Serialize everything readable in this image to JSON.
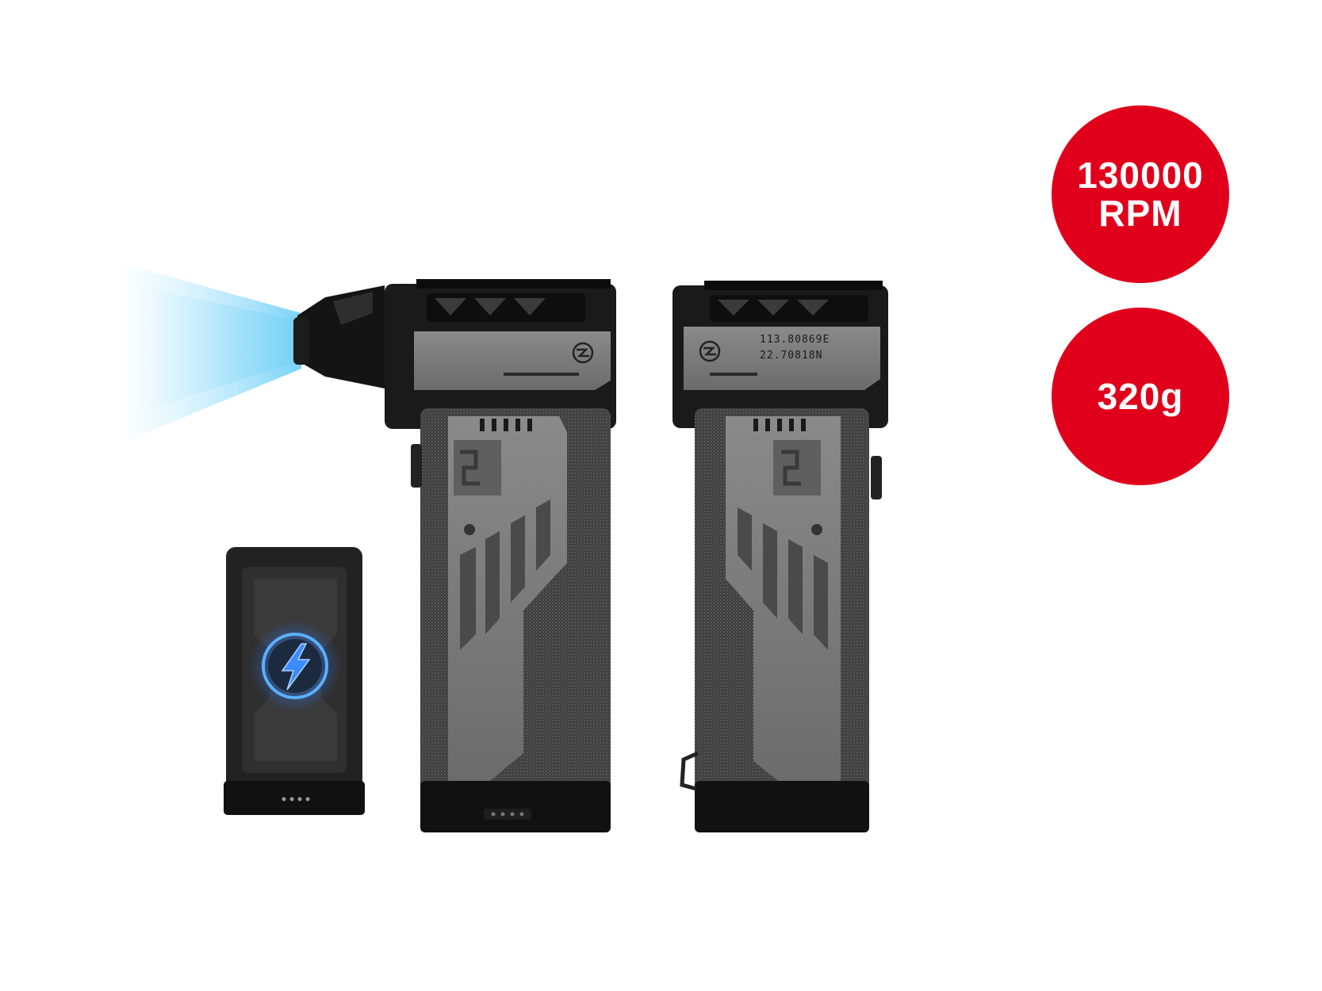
{
  "badges": {
    "rpm": {
      "value": "130000",
      "unit": "RPM",
      "color": "#e1001b"
    },
    "weight": {
      "value": "320g",
      "color": "#e1001b"
    }
  },
  "device_right": {
    "coordinates": {
      "longitude": "113.80869E",
      "latitude": "22.70818N"
    }
  },
  "icons": [
    "air-stream-icon",
    "lightning-bolt-icon",
    "brand-logo-icon"
  ]
}
